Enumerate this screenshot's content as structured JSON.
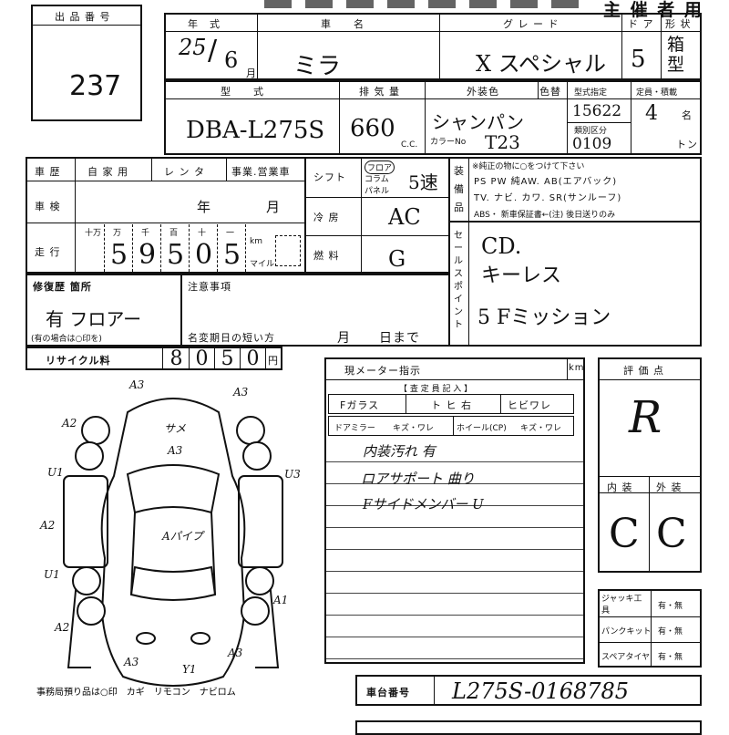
{
  "lot": {
    "label": "出 品 番 号",
    "number": "237"
  },
  "title": "主 催 者 用",
  "header": {
    "year_label": "年　式",
    "name_label": "車　　名",
    "grade_label": "グ レ ー ド",
    "door_label": "ド ア",
    "shape_label": "形 状",
    "year_value": "25",
    "month_value": "6",
    "month_unit": "月",
    "name_value": "ミラ",
    "grade_value": "X スペシャル",
    "doors_value": "5",
    "shape_value": "箱型"
  },
  "model_row": {
    "model_label": "型　　式",
    "disp_label": "排 気 量",
    "color_label": "外装色",
    "color_exchange_label": "色替",
    "type_label": "型式指定",
    "capacity_label": "定員・積載",
    "model_value": "DBA-L275S",
    "disp_value": "660",
    "cc": "C.C.",
    "color_value": "シャンパン",
    "color_no_label": "カラーNo",
    "color_no_value": "T23",
    "type_value": "15622",
    "class_label": "類別区分",
    "class_value": "0109",
    "capacity_value": "4",
    "capacity_unit": "名",
    "ton_unit": "トン"
  },
  "history": {
    "label": "車 歴",
    "private": "自 家 用",
    "rental": "レ ン タ",
    "business": "事業.営業車",
    "shaken_label": "車 検",
    "year_unit": "年",
    "month_unit": "月",
    "mileage_label": "走 行",
    "digit_labels": [
      "十万",
      "万",
      "千",
      "百",
      "十",
      "一"
    ],
    "digits": [
      "",
      "5",
      "9",
      "5",
      "0",
      "5"
    ],
    "km": "km",
    "mile": "マイル"
  },
  "shift": {
    "label": "シフト",
    "opts": [
      "フロア",
      "コラム",
      "パネル"
    ],
    "value": "5速"
  },
  "ac": {
    "label": "冷 房",
    "value": "AC"
  },
  "fuel": {
    "label": "燃 料",
    "value": "G"
  },
  "equip": {
    "label": "装備品",
    "note": "※純正の物に○をつけて下さい",
    "line1": "PS PW 純AW. AB(エアバック)",
    "line2": "TV. ナビ. カワ. SR(サンルーフ)",
    "line3": "ABS・ 新車保証書←(注) 後日送りのみ"
  },
  "sales": {
    "label": "セールスポイント",
    "l1": "CD.",
    "l2": "キーレス",
    "l3": "5 Fミッション"
  },
  "repair": {
    "label": "修復歴 箇所",
    "hint": "(有の場合は○印を)",
    "value": "有 フロアー"
  },
  "caution": {
    "label": "注意事項",
    "name_change": "名変期日の短い方",
    "month": "月",
    "day": "日まで"
  },
  "recycle": {
    "label": "リサイクル料",
    "digits": [
      "8",
      "0",
      "5",
      "0"
    ],
    "unit": "円"
  },
  "meter": {
    "label": "現メーター指示",
    "unit": "km",
    "inspector": "【 査 定 員 記 入 】",
    "glass": "Fガラス",
    "glass_val": "ト ヒ 右",
    "crack": "ヒビワレ",
    "mirror": "ドアミラー",
    "mirror_val": "キズ・ワレ",
    "wheel": "ホイール(CP)",
    "wheel_val": "キズ・ワレ",
    "notes": [
      "内装汚れ 有",
      "ロアサポート 曲り",
      "Fサイドメンバー U"
    ]
  },
  "grade": {
    "label": "評 価 点",
    "value": "R",
    "interior_label": "内 装",
    "exterior_label": "外 装",
    "interior": "C",
    "exterior": "C"
  },
  "tools": {
    "jack": "ジャッキ工具",
    "puncture": "パンクキット",
    "spare": "スペアタイヤ",
    "yn": "有・無"
  },
  "chassis": {
    "label": "車台番号",
    "value": "L275S-0168785"
  },
  "diagram": {
    "marks": [
      "A3",
      "A3",
      "A2",
      "U1",
      "A2",
      "U1",
      "A2",
      "サメ",
      "A3",
      "U3",
      "A1",
      "Aパイプ",
      "A3",
      "Y1",
      "A3"
    ],
    "footer": "事務局預り品は○印　カギ　リモコン　ナビロム"
  }
}
